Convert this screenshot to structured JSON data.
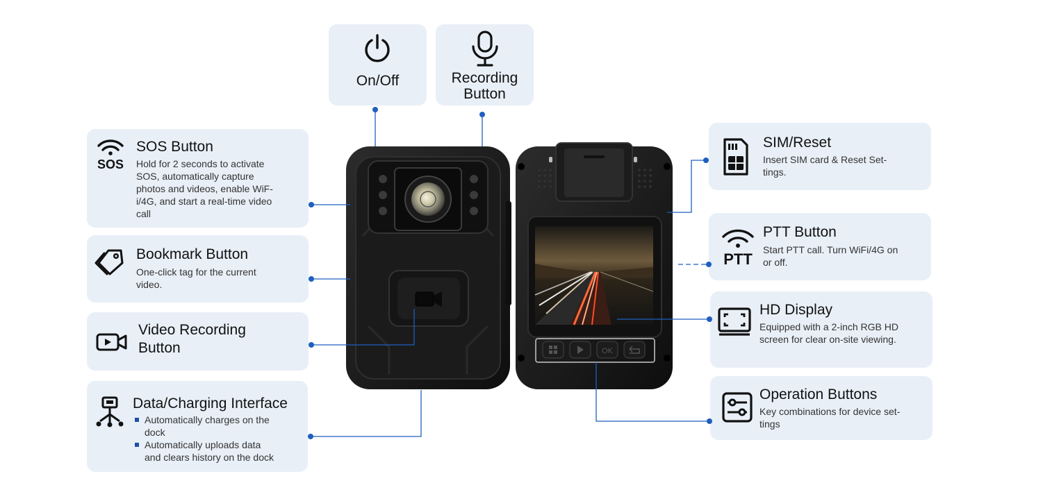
{
  "top": {
    "power": {
      "label": "On/Off"
    },
    "record": {
      "label_line1": "Recording",
      "label_line2": "Button"
    }
  },
  "left": {
    "sos": {
      "title": "SOS Button",
      "icon_text": "SOS",
      "desc": [
        "Hold for 2 seconds to activate",
        "SOS, automatically capture",
        "photos and videos, enable WiF-",
        "i/4G, and start a real-time video",
        "call"
      ]
    },
    "bookmark": {
      "title": "Bookmark Button",
      "desc": [
        "One-click tag for the current",
        "video."
      ]
    },
    "video": {
      "title_line1": "Video Recording",
      "title_line2": "Button"
    },
    "data": {
      "title": "Data/Charging Interface",
      "bullets": [
        [
          "Automatically charges on the",
          "dock"
        ],
        [
          "Automatically uploads data",
          "and clears history on the dock"
        ]
      ]
    }
  },
  "right": {
    "sim": {
      "title": "SIM/Reset",
      "desc": [
        "Insert SIM card & Reset Set-",
        "tings."
      ]
    },
    "ptt": {
      "title": "PTT Button",
      "icon_text": "PTT",
      "desc": [
        "Start PTT call. Turn WiFi/4G on",
        "or off."
      ]
    },
    "display": {
      "title": "HD Display",
      "desc": [
        "Equipped with a 2-inch RGB HD",
        "screen for clear on-site viewing."
      ]
    },
    "ops": {
      "title": "Operation Buttons",
      "desc": [
        "Key combinations for device set-",
        "tings"
      ]
    }
  },
  "device": {
    "ok_label": "OK"
  },
  "colors": {
    "card_bg": "#e8eff7",
    "line": "#1f5fbf",
    "body": "#141414"
  }
}
